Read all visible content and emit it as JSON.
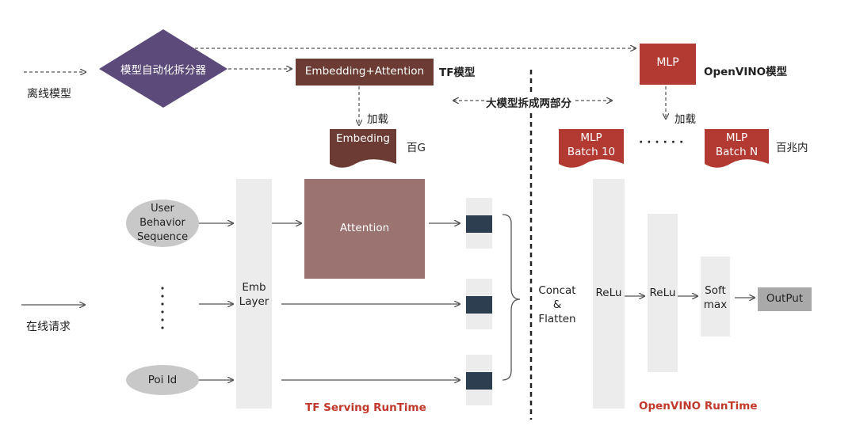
{
  "labels": {
    "offline_model": "离线模型",
    "online_request": "在线请求",
    "splitter": "模型自动化拆分器",
    "emb_attention": "Embedding+Attention",
    "tf_model": "TF模型",
    "mlp_top": "MLP",
    "openvino_model": "OpenVINO模型",
    "split_two_parts": "大模型拆成两部分",
    "load_left": "加载",
    "load_right": "加载",
    "embeding_doc": "Embeding",
    "hundred_g": "百G",
    "mlp_batch10_l1": "MLP",
    "mlp_batch10_l2": "Batch 10",
    "dots_h": "· · · · · ·",
    "mlp_batchN_l1": "MLP",
    "mlp_batchN_l2": "Batch N",
    "hundred_mb": "百兆内",
    "user_behavior_l1": "User",
    "user_behavior_l2": "Behavior",
    "user_behavior_l3": "Sequence",
    "poi_id": "Poi Id",
    "emb_layer_l1": "Emb",
    "emb_layer_l2": "Layer",
    "attention": "Attention",
    "concat_l1": "Concat",
    "concat_l2": "&",
    "concat_l3": "Flatten",
    "relu1": "ReLu",
    "relu2": "ReLu",
    "softmax_l1": "Soft",
    "softmax_l2": "max",
    "output": "OutPut",
    "tf_runtime": "TF Serving RunTime",
    "openvino_runtime": "OpenVINO RunTime"
  },
  "colors": {
    "splitter_fill": "#5b4a7a",
    "dark_brown": "#6b3b34",
    "attention_fill": "#9b7370",
    "mlp_red": "#b33a32",
    "runtime_red": "#c0392b",
    "column_gray": "#ececec",
    "vector_navy": "#2c3e50",
    "node_gray": "#c8c8c8",
    "output_gray": "#a9a9a9"
  }
}
